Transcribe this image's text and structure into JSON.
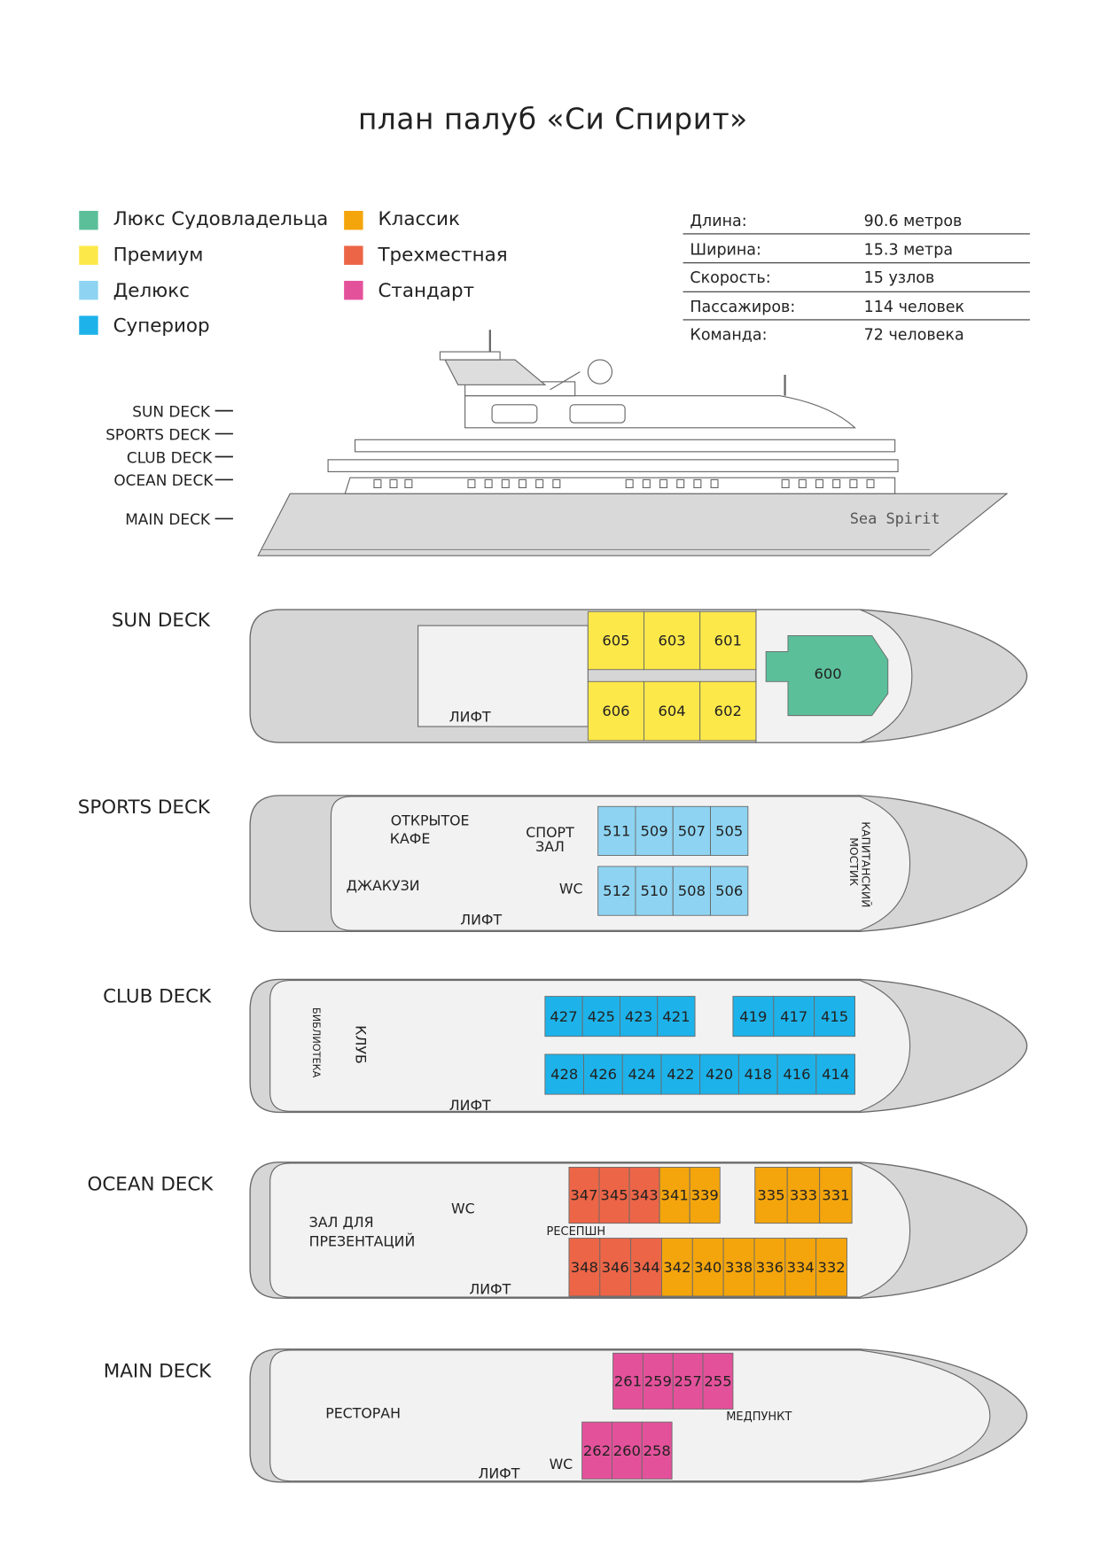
{
  "title": "план палуб «Си Спирит»",
  "legend": [
    {
      "label": "Люкс Судовладельца",
      "color": "#5bbf9a"
    },
    {
      "label": "Премиум",
      "color": "#fde84a"
    },
    {
      "label": "Делюкс",
      "color": "#8ed4f2"
    },
    {
      "label": "Супериор",
      "color": "#1db3ea"
    },
    {
      "label": "Классик",
      "color": "#f4a50c"
    },
    {
      "label": "Трехместная",
      "color": "#ec6547"
    },
    {
      "label": "Стандарт",
      "color": "#e4519b"
    }
  ],
  "specs": [
    {
      "label": "Длина:",
      "value": "90.6 метров"
    },
    {
      "label": "Ширина:",
      "value": "15.3 метра"
    },
    {
      "label": "Скорость:",
      "value": "15 узлов"
    },
    {
      "label": "Пассажиров:",
      "value": "114 человек"
    },
    {
      "label": "Команда:",
      "value": "72 человека"
    }
  ],
  "profile": {
    "deck_labels": [
      "SUN DECK",
      "SPORTS DECK",
      "CLUB DECK",
      "OCEAN DECK",
      "MAIN DECK"
    ],
    "ship_name": "Sea Spirit"
  },
  "decks": {
    "sun": {
      "name": "SUN DECK",
      "labels": {
        "lift": "ЛИФТ"
      },
      "cabins": [
        {
          "num": "605",
          "cat": 1
        },
        {
          "num": "603",
          "cat": 1
        },
        {
          "num": "601",
          "cat": 1
        },
        {
          "num": "606",
          "cat": 1
        },
        {
          "num": "604",
          "cat": 1
        },
        {
          "num": "602",
          "cat": 1
        },
        {
          "num": "600",
          "cat": 0
        }
      ]
    },
    "sports": {
      "name": "SPORTS DECK",
      "labels": {
        "cafe1": "ОТКРЫТОЕ",
        "cafe2": "КАФЕ",
        "gym1": "СПОРТ",
        "gym2": "ЗАЛ",
        "jacuzzi": "ДЖАКУЗИ",
        "wc": "WC",
        "lift": "ЛИФТ",
        "bridge1": "КАПИТАНСКИЙ",
        "bridge2": "МОСТИК"
      },
      "cabins": [
        {
          "num": "511",
          "cat": 2
        },
        {
          "num": "509",
          "cat": 2
        },
        {
          "num": "507",
          "cat": 2
        },
        {
          "num": "505",
          "cat": 2
        },
        {
          "num": "512",
          "cat": 2
        },
        {
          "num": "510",
          "cat": 2
        },
        {
          "num": "508",
          "cat": 2
        },
        {
          "num": "506",
          "cat": 2
        }
      ]
    },
    "club": {
      "name": "CLUB DECK",
      "labels": {
        "library": "БИБЛИОТЕКА",
        "club": "КЛУБ",
        "lift": "ЛИФТ"
      },
      "cabins": [
        {
          "num": "427",
          "cat": 3
        },
        {
          "num": "425",
          "cat": 3
        },
        {
          "num": "423",
          "cat": 3
        },
        {
          "num": "421",
          "cat": 3
        },
        {
          "num": "419",
          "cat": 3
        },
        {
          "num": "417",
          "cat": 3
        },
        {
          "num": "415",
          "cat": 3
        },
        {
          "num": "428",
          "cat": 3
        },
        {
          "num": "426",
          "cat": 3
        },
        {
          "num": "424",
          "cat": 3
        },
        {
          "num": "422",
          "cat": 3
        },
        {
          "num": "420",
          "cat": 3
        },
        {
          "num": "418",
          "cat": 3
        },
        {
          "num": "416",
          "cat": 3
        },
        {
          "num": "414",
          "cat": 3
        }
      ]
    },
    "ocean": {
      "name": "OCEAN DECK",
      "labels": {
        "wc": "WC",
        "hall1": "ЗАЛ ДЛЯ",
        "hall2": "ПРЕЗЕНТАЦИЙ",
        "reception": "РЕСЕПШН",
        "lift": "ЛИФТ"
      },
      "cabins": [
        {
          "num": "347",
          "cat": 5
        },
        {
          "num": "345",
          "cat": 5
        },
        {
          "num": "343",
          "cat": 5
        },
        {
          "num": "341",
          "cat": 4
        },
        {
          "num": "339",
          "cat": 4
        },
        {
          "num": "335",
          "cat": 4
        },
        {
          "num": "333",
          "cat": 4
        },
        {
          "num": "331",
          "cat": 4
        },
        {
          "num": "348",
          "cat": 5
        },
        {
          "num": "346",
          "cat": 5
        },
        {
          "num": "344",
          "cat": 5
        },
        {
          "num": "342",
          "cat": 4
        },
        {
          "num": "340",
          "cat": 4
        },
        {
          "num": "338",
          "cat": 4
        },
        {
          "num": "336",
          "cat": 4
        },
        {
          "num": "334",
          "cat": 4
        },
        {
          "num": "332",
          "cat": 4
        }
      ]
    },
    "main": {
      "name": "MAIN DECK",
      "labels": {
        "restaurant": "РЕСТОРАН",
        "medical": "МЕДПУНКТ",
        "lift": "ЛИФТ",
        "wc": "WC"
      },
      "cabins": [
        {
          "num": "261",
          "cat": 6
        },
        {
          "num": "259",
          "cat": 6
        },
        {
          "num": "257",
          "cat": 6
        },
        {
          "num": "255",
          "cat": 6
        },
        {
          "num": "262",
          "cat": 6
        },
        {
          "num": "260",
          "cat": 6
        },
        {
          "num": "258",
          "cat": 6
        }
      ]
    }
  }
}
